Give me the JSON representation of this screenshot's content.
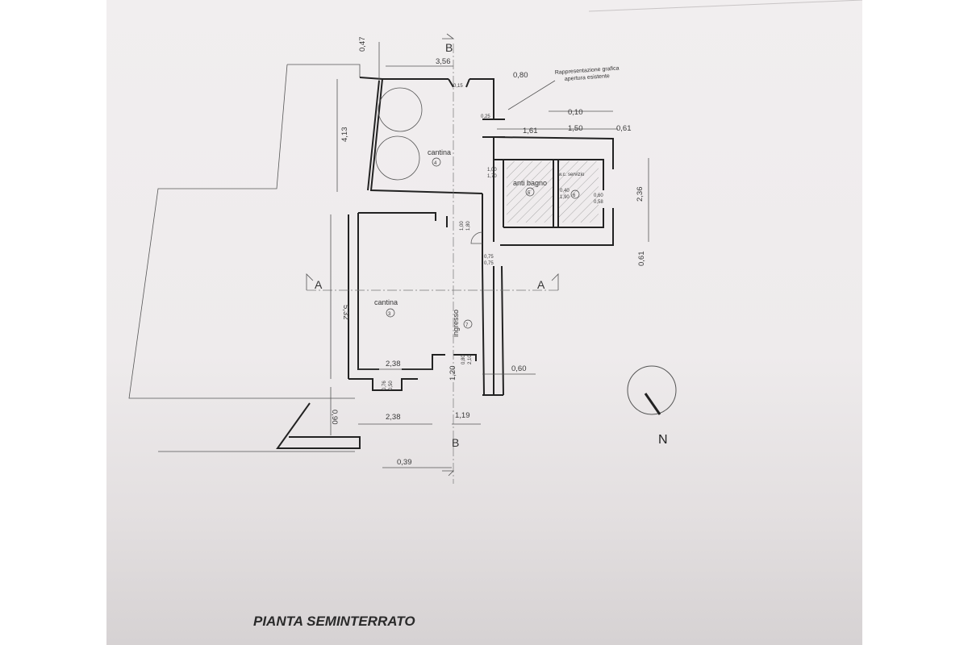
{
  "title": "PIANTA SEMINTERRATO",
  "north": "N",
  "note": {
    "line1": "Rappresentazione grafica",
    "line2": "apertura esistente"
  },
  "sections": {
    "a": "A",
    "b": "B"
  },
  "rooms": {
    "cantina_top": {
      "name": "cantina",
      "number": "4"
    },
    "anti_bagno": {
      "name": "anti bagno",
      "number": "5"
    },
    "wc": {
      "name": "w.c. servizio",
      "number": "6"
    },
    "cantina_main": {
      "name": "cantina",
      "number": "3"
    },
    "ingresso": {
      "name": "ingresso",
      "number": "7"
    }
  },
  "dimensions": {
    "d047": "0,47",
    "d356": "3,56",
    "d080": "0,80",
    "d010": "0,10",
    "d161": "1,61",
    "d150": "1,50",
    "d061a": "0,61",
    "d413": "4,13",
    "d236": "2,36",
    "d061b": "0,61",
    "d532": "5,32",
    "d238a": "2,38",
    "d120": "1,20",
    "d060": "0,60",
    "d090": "0,90",
    "d238b": "2,38",
    "d119": "1,19",
    "d039": "0,39",
    "s100": "1,00",
    "s170": "1,70",
    "s075a": "0,75",
    "s075b": "0,75",
    "s100b": "1,00",
    "s180": "1,80",
    "s060": "0,60",
    "s058": "0,58",
    "s040": "0,40",
    "s190": "1,90",
    "s076": "0,76",
    "s050": "0,50",
    "s080": "0,80",
    "s210": "2,10",
    "s025": "0,25",
    "s015": "0,15"
  }
}
